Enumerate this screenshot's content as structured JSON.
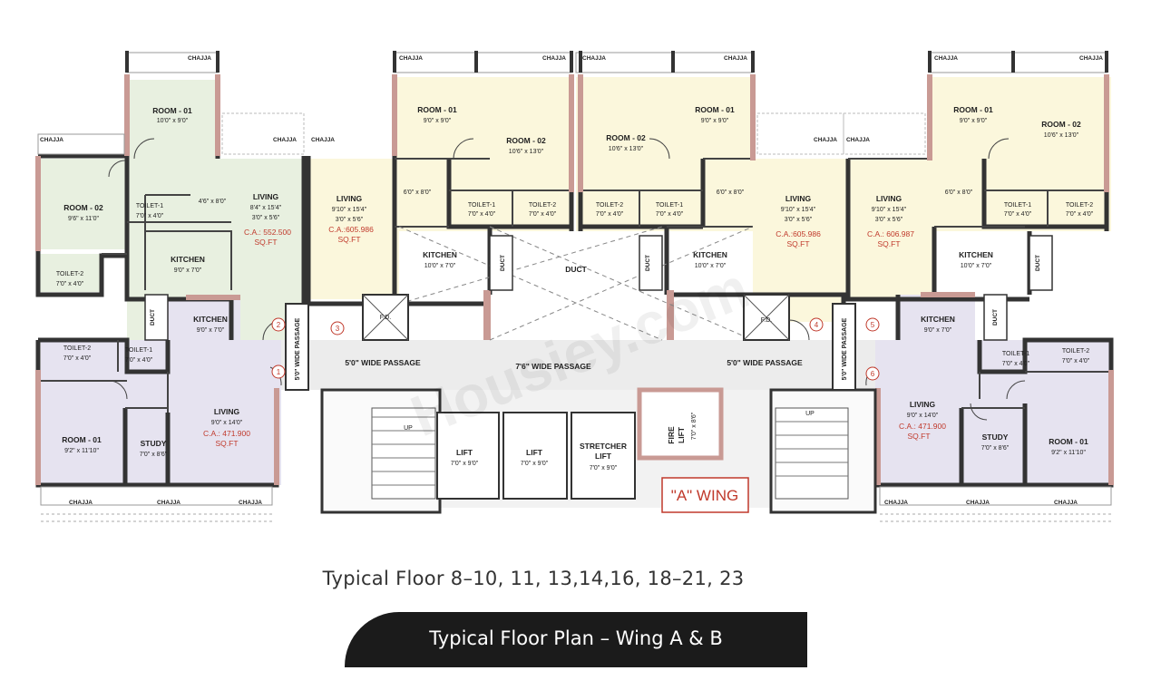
{
  "rooms": {
    "l_room02": {
      "name": "ROOM - 02",
      "dim": "9'6\" x 11'0\""
    },
    "l_room01_top": {
      "name": "ROOM - 01",
      "dim": "10'0\" x 9'0\""
    },
    "l_toilet1_top": {
      "name": "TOILET-1",
      "dim": "7'0\" x 4'0\""
    },
    "l_toilet2_top": {
      "name": "TOILET-2",
      "dim": "7'0\" x 4'0\""
    },
    "l_lobby_top": {
      "dim": "4'6\" x 8'0\""
    },
    "l_kitchen_top": {
      "name": "KITCHEN",
      "dim": "9'0\" x 7'0\""
    },
    "l_living_top": {
      "name": "LIVING",
      "dim1": "8'4\" x 15'4\"",
      "dim2": "3'0\" x 5'6\"",
      "ca": "C.A.: 552.500",
      "sqft": "SQ.FT"
    },
    "lc_living": {
      "name": "LIVING",
      "dim1": "9'10\" x 15'4\"",
      "dim2": "3'0\" x 5'6\"",
      "ca": "C.A.:605.986",
      "sqft": "SQ.FT"
    },
    "lc_lobby": {
      "dim": "6'0\" x 8'0\""
    },
    "lc_room01": {
      "name": "ROOM - 01",
      "dim": "9'0\" x 9'0\""
    },
    "lc_room02": {
      "name": "ROOM - 02",
      "dim": "10'6\" x 13'0\""
    },
    "lc_toilet1": {
      "name": "TOILET-1",
      "dim": "7'0\" x 4'0\""
    },
    "lc_toilet2": {
      "name": "TOILET-2",
      "dim": "7'0\" x 4'0\""
    },
    "lc_kitchen": {
      "name": "KITCHEN",
      "dim": "10'0\" x 7'0\""
    },
    "rc_room02": {
      "name": "ROOM - 02",
      "dim": "10'6\" x 13'0\""
    },
    "rc_room01": {
      "name": "ROOM - 01",
      "dim": "9'0\" x 9'0\""
    },
    "rc_toilet2": {
      "name": "TOILET-2",
      "dim": "7'0\" x 4'0\""
    },
    "rc_toilet1": {
      "name": "TOILET-1",
      "dim": "7'0\" x 4'0\""
    },
    "rc_lobby": {
      "dim": "6'0\" x 8'0\""
    },
    "rc_living": {
      "name": "LIVING",
      "dim1": "9'10\" x 15'4\"",
      "dim2": "3'0\" x 5'6\"",
      "ca": "C.A.:605.986",
      "sqft": "SQ.FT"
    },
    "rc_kitchen": {
      "name": "KITCHEN",
      "dim": "10'0\" x 7'0\""
    },
    "r_living": {
      "name": "LIVING",
      "dim1": "9'10\" x 15'4\"",
      "dim2": "3'0\" x 5'6\"",
      "ca": "C.A.: 606.987",
      "sqft": "SQ.FT"
    },
    "r_lobby": {
      "dim": "6'0\" x 8'0\""
    },
    "r_room01": {
      "name": "ROOM - 01",
      "dim": "9'0\" x 9'0\""
    },
    "r_room02": {
      "name": "ROOM - 02",
      "dim": "10'6\" x 13'0\""
    },
    "r_toilet1": {
      "name": "TOILET-1",
      "dim": "7'0\" x 4'0\""
    },
    "r_toilet2": {
      "name": "TOILET-2",
      "dim": "7'0\" x 4'0\""
    },
    "r_kitchen": {
      "name": "KITCHEN",
      "dim": "10'0\" x 7'0\""
    },
    "l_kitchen_bot": {
      "name": "KITCHEN",
      "dim": "9'0\" x 7'0\""
    },
    "l_toilet2_bot": {
      "name": "TOILET-2",
      "dim": "7'0\" x 4'0\""
    },
    "l_toilet1_bot": {
      "name": "TOILET-1",
      "dim": "7'0\" x 4'0\""
    },
    "l_room01_bot": {
      "name": "ROOM - 01",
      "dim": "9'2\" x 11'10\""
    },
    "l_study": {
      "name": "STUDY",
      "dim": "7'0\" x 8'6\""
    },
    "l_living_bot": {
      "name": "LIVING",
      "dim": "9'0\" x 14'0\"",
      "ca": "C.A.: 471.900",
      "sqft": "SQ.FT"
    },
    "r_kitchen_bot": {
      "name": "KITCHEN",
      "dim": "9'0\" x 7'0\""
    },
    "r_toilet1_bot": {
      "name": "TOILET-1",
      "dim": "7'0\" x 4'0\""
    },
    "r_toilet2_bot": {
      "name": "TOILET-2",
      "dim": "7'0\" x 4'0\""
    },
    "r_living_bot": {
      "name": "LIVING",
      "dim": "9'0\" x 14'0\"",
      "ca": "C.A.: 471.900",
      "sqft": "SQ.FT"
    },
    "r_study": {
      "name": "STUDY",
      "dim": "7'0\" x 8'6\""
    },
    "r_room01_bot": {
      "name": "ROOM - 01",
      "dim": "9'2\" x 11'10\""
    }
  },
  "core": {
    "duct": "DUCT",
    "fd": "F.D.",
    "passage_5_left": "5'0\"  WIDE PASSAGE",
    "passage_76": "7'6\" WIDE PASSAGE",
    "passage_5_right": "5'0\"  WIDE PASSAGE",
    "passage_vertical": "5'0\" WIDE PASSAGE",
    "lift1": {
      "name": "LIFT",
      "dim": "7'0\" x 9'0\""
    },
    "lift2": {
      "name": "LIFT",
      "dim": "7'0\" x 9'0\""
    },
    "stretcher": {
      "name1": "STRETCHER",
      "name2": "LIFT",
      "dim": "7'0\" x 9'0\""
    },
    "fire_lift": {
      "name1": "FIRE",
      "name2": "LIFT",
      "dim": "7'0\" x 8'6\""
    },
    "up": "UP",
    "wing": "\"A\" WING"
  },
  "chajja": "CHAJJA",
  "duct_label": "DUCT",
  "markers": [
    "1",
    "2",
    "3",
    "4",
    "5",
    "6"
  ],
  "watermark": "Housiey.com",
  "colors": {
    "unit_green": "#e8f0e0",
    "unit_yellow": "#fbf7dc",
    "unit_purple": "#e6e3f0",
    "wall": "#333333",
    "accent_brown": "#c99a94",
    "text_red": "#c0392b",
    "banner": "#1b1b1b"
  },
  "caption": {
    "floors": "Typical Floor 8–10, 11, 13,14,16, 18–21, 23",
    "title": "Typical Floor Plan – Wing A & B"
  }
}
